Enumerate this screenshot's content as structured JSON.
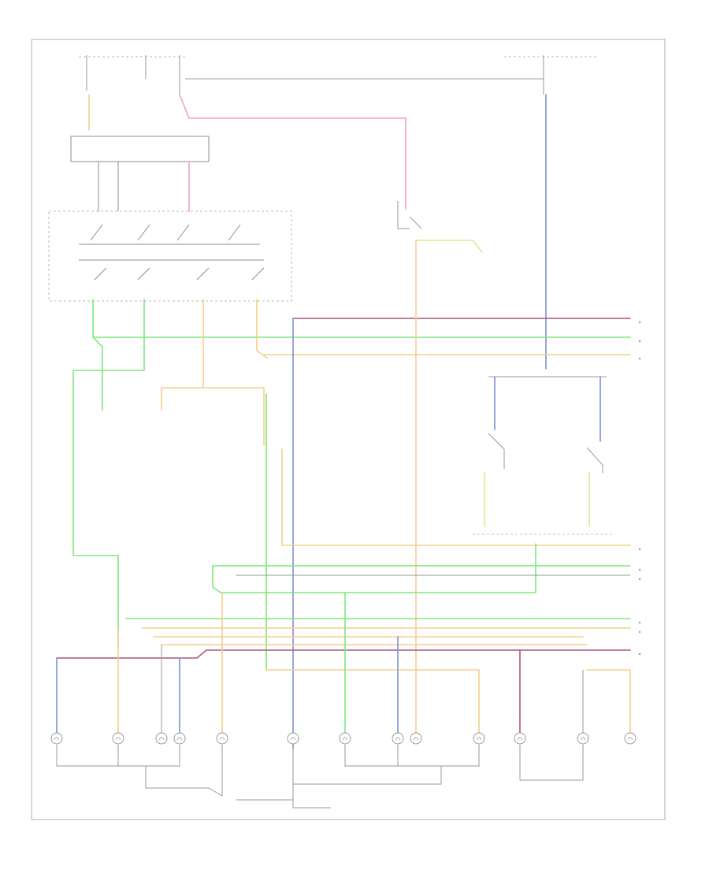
{
  "colors": {
    "green": "#7fe87f",
    "red_violet": "#b0557f",
    "yellow_orange": "#f5cf8c",
    "blue": "#7f8fd6",
    "grey": "#9a9a9a",
    "pink": "#f2a1b5",
    "light_yellow": "#e8e48a"
  },
  "lamps": [
    {
      "id": "lamp-1"
    },
    {
      "id": "lamp-2"
    },
    {
      "id": "lamp-3"
    },
    {
      "id": "lamp-4"
    },
    {
      "id": "lamp-5"
    },
    {
      "id": "lamp-6"
    },
    {
      "id": "lamp-7"
    },
    {
      "id": "lamp-8"
    },
    {
      "id": "lamp-9"
    },
    {
      "id": "lamp-10"
    },
    {
      "id": "lamp-11"
    },
    {
      "id": "lamp-12"
    },
    {
      "id": "lamp-13"
    }
  ]
}
